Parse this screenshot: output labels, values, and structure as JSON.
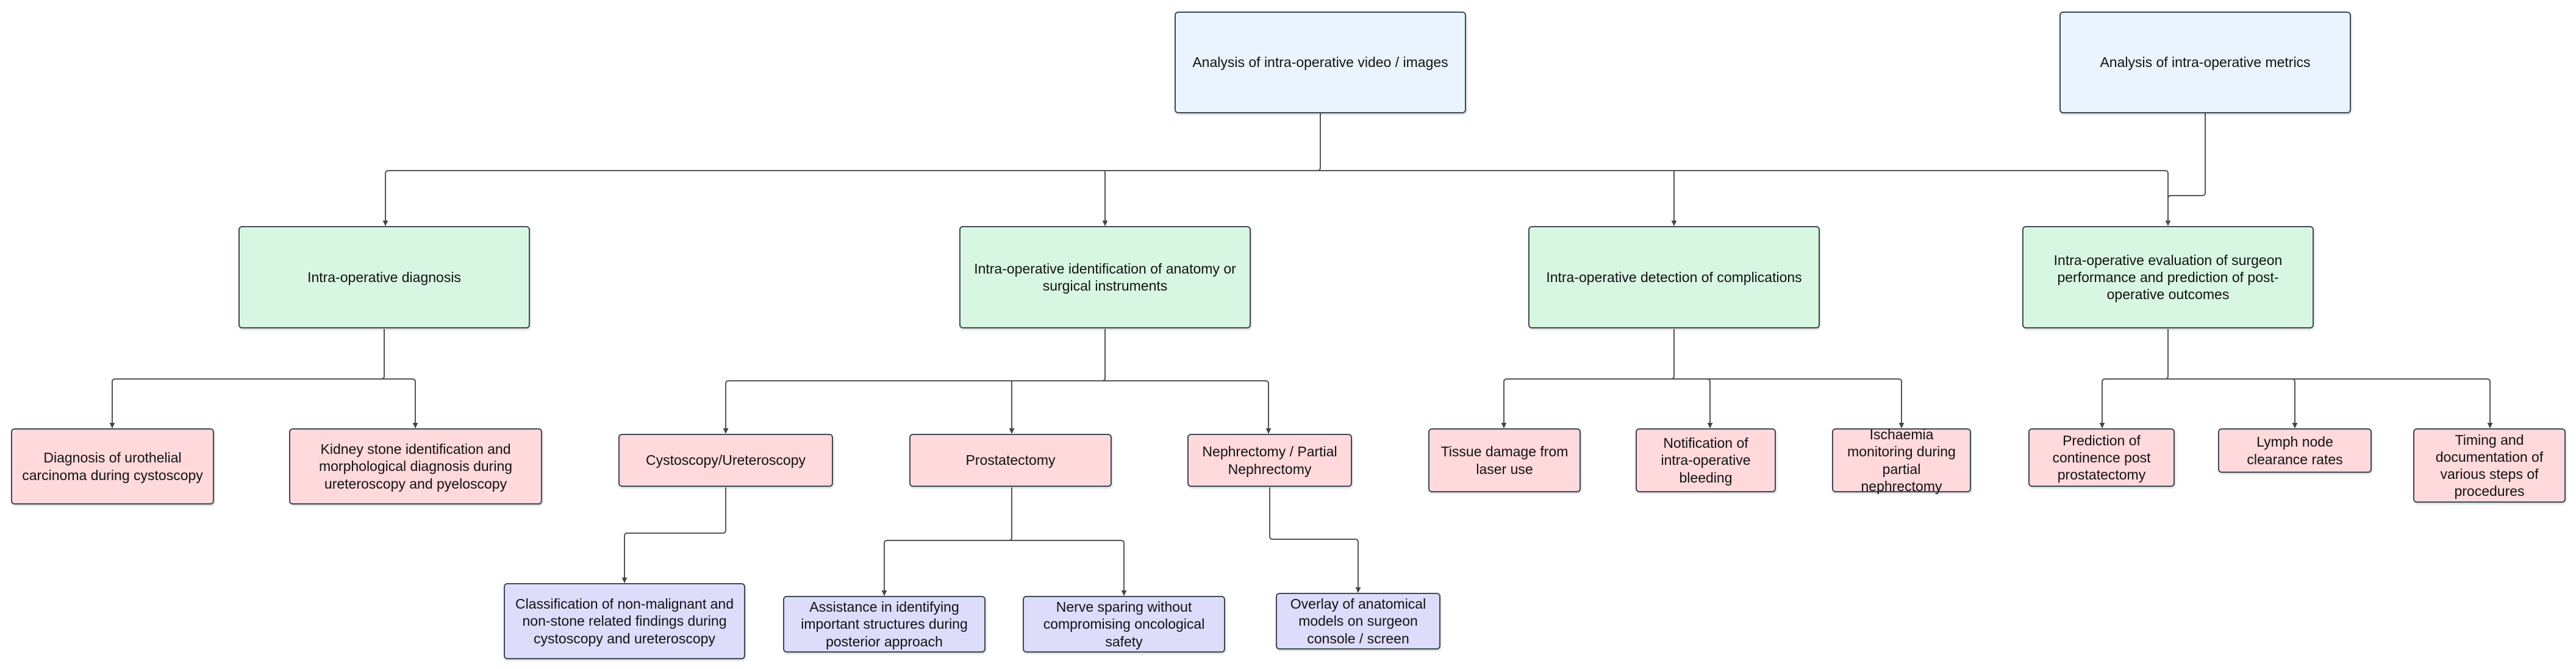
{
  "top": {
    "video": "Analysis of intra-operative video / images",
    "metrics": "Analysis of intra-operative metrics"
  },
  "level1": {
    "diagnosis": "Intra-operative diagnosis",
    "identification": "Intra-operative identification of anatomy or surgical instruments",
    "complications": "Intra-operative detection of complications",
    "evaluation": "Intra-operative evaluation of surgeon performance and prediction of post-operative outcomes"
  },
  "level2": {
    "urothelial": "Diagnosis of urothelial carcinoma during cystoscopy",
    "kidney_stone": "Kidney stone identification and morphological diagnosis during ureteroscopy and pyeloscopy",
    "cystoscopy": "Cystoscopy/Ureteroscopy",
    "prostatectomy": "Prostatectomy",
    "nephrectomy": "Nephrectomy / Partial Nephrectomy",
    "tissue_damage": "Tissue damage from laser use",
    "bleeding": "Notification of intra-operative bleeding",
    "ischaemia": "Ischaemia monitoring during partial nephrectomy",
    "continence": "Prediction of continence post prostatectomy",
    "lymph_node": "Lymph node clearance rates",
    "timing": "Timing and documentation of various steps of procedures"
  },
  "level3": {
    "classification": "Classification of non-malignant and non-stone related findings during cystoscopy and ureteroscopy",
    "structures": "Assistance in identifying important structures during posterior approach",
    "nerve_sparing": "Nerve sparing without compromising oncological safety",
    "overlay": "Overlay of anatomical models on surgeon console / screen"
  },
  "colors": {
    "top": "#eaf4ff",
    "category": "#d8f7e2",
    "application": "#ffd9dc",
    "sub_application": "#dedcfb",
    "border": "#3f4a55",
    "connector": "#555555"
  }
}
